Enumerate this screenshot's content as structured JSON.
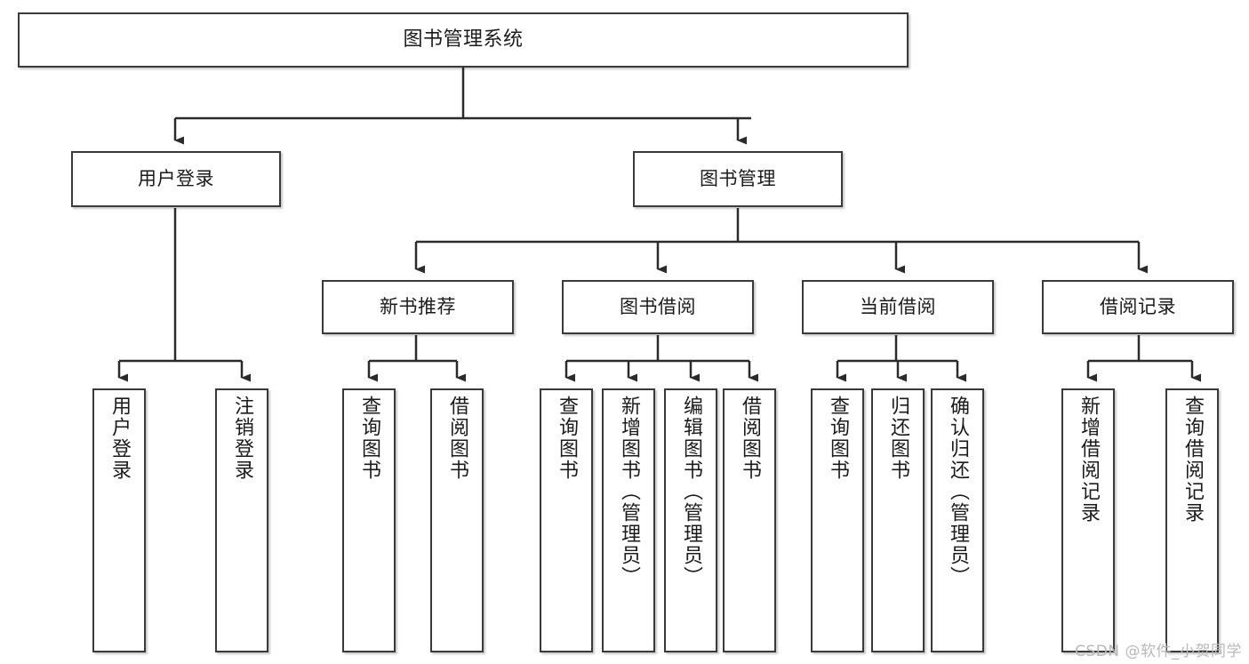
{
  "diagram": {
    "title": "图书管理系统",
    "type": "tree",
    "watermark": "CSDN @软件_小贺同学",
    "accent_color": "#3a3a3a",
    "background_color": "#ffffff",
    "nodes": {
      "root": {
        "label": "图书管理系统"
      },
      "level1": [
        {
          "id": "user-login",
          "label": "用户登录"
        },
        {
          "id": "book-management",
          "label": "图书管理"
        }
      ],
      "level2": [
        {
          "id": "new-book-recommend",
          "label": "新书推荐"
        },
        {
          "id": "book-borrow",
          "label": "图书借阅"
        },
        {
          "id": "current-borrow",
          "label": "当前借阅"
        },
        {
          "id": "borrow-record",
          "label": "借阅记录"
        }
      ],
      "leaves": [
        {
          "id": "leaf-user-login",
          "label": "用户登录",
          "parent": "user-login"
        },
        {
          "id": "leaf-logout",
          "label": "注销登录",
          "parent": "user-login"
        },
        {
          "id": "leaf-query-book-1",
          "label": "查询图书",
          "parent": "new-book-recommend"
        },
        {
          "id": "leaf-borrow-book-1",
          "label": "借阅图书",
          "parent": "new-book-recommend"
        },
        {
          "id": "leaf-query-book-2",
          "label": "查询图书",
          "parent": "book-borrow"
        },
        {
          "id": "leaf-add-book",
          "label": "新增图书（管理员）",
          "parent": "book-borrow"
        },
        {
          "id": "leaf-edit-book",
          "label": "编辑图书（管理员）",
          "parent": "book-borrow"
        },
        {
          "id": "leaf-borrow-book-2",
          "label": "借阅图书",
          "parent": "book-borrow"
        },
        {
          "id": "leaf-query-book-3",
          "label": "查询图书",
          "parent": "current-borrow"
        },
        {
          "id": "leaf-return-book",
          "label": "归还图书",
          "parent": "current-borrow"
        },
        {
          "id": "leaf-confirm-return",
          "label": "确认归还（管理员）",
          "parent": "current-borrow"
        },
        {
          "id": "leaf-add-record",
          "label": "新增借阅记录",
          "parent": "borrow-record"
        },
        {
          "id": "leaf-query-record",
          "label": "查询借阅记录",
          "parent": "borrow-record"
        }
      ]
    }
  }
}
